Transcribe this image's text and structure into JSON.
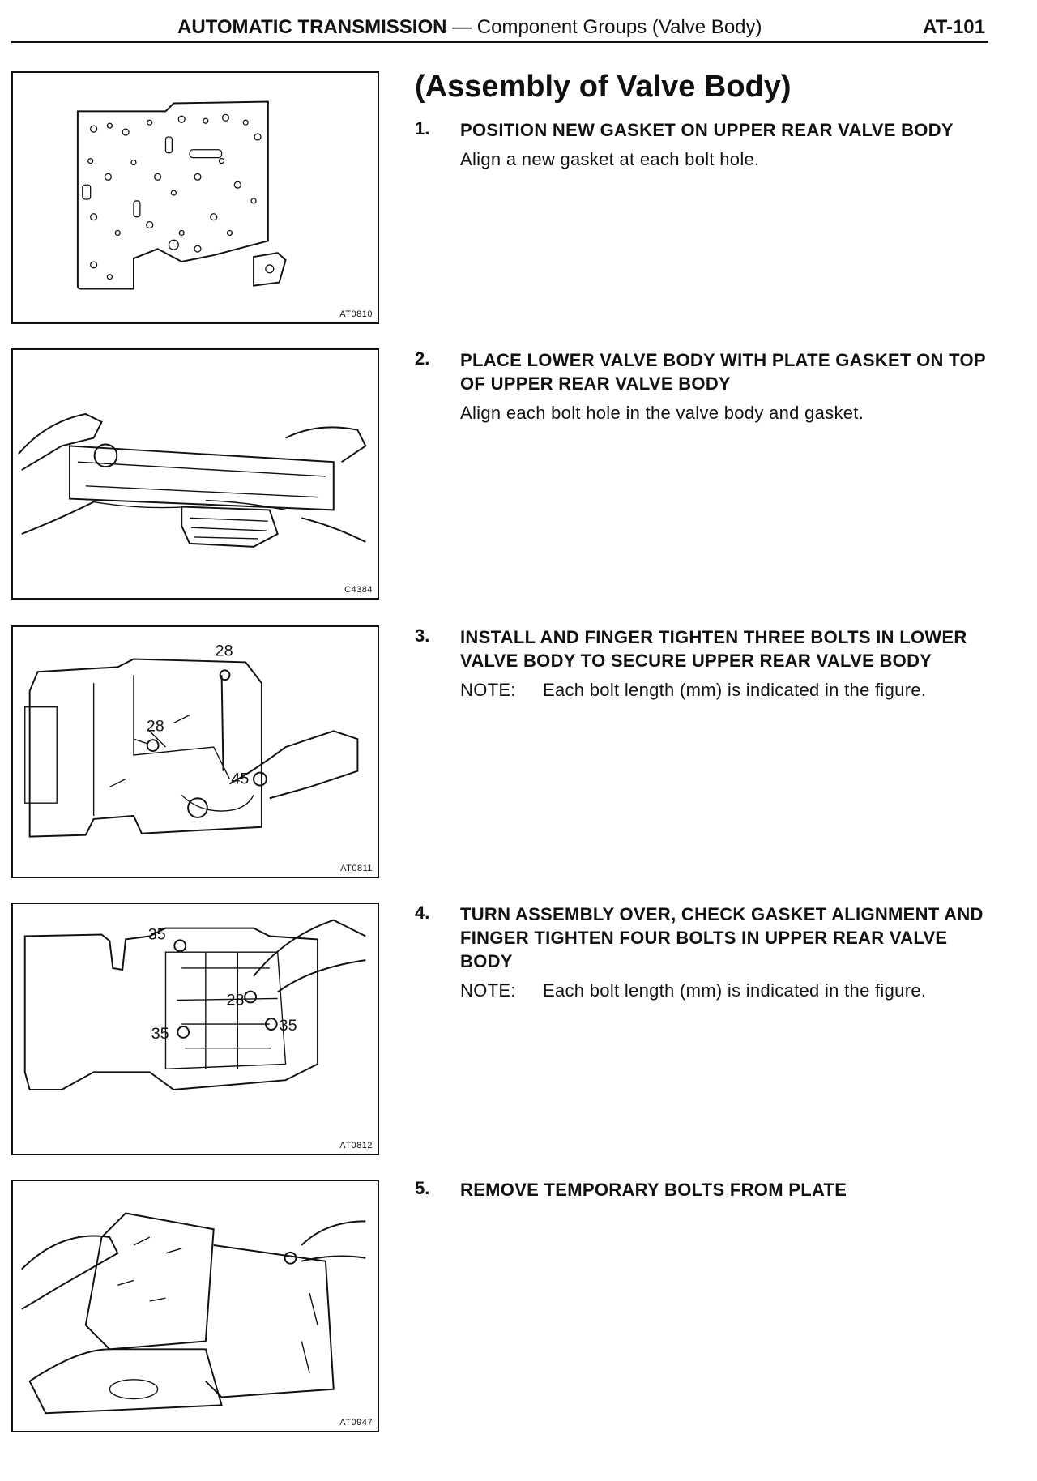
{
  "header": {
    "title_bold": "AUTOMATIC TRANSMISSION",
    "title_rest": " — Component Groups (Valve Body)",
    "page_number": "AT-101"
  },
  "section_title": "(Assembly of Valve Body)",
  "steps": [
    {
      "number": "1.",
      "heading": "POSITION NEW GASKET ON UPPER REAR VALVE BODY",
      "body": "Align a new gasket at each bolt hole.",
      "figure_code": "AT0810"
    },
    {
      "number": "2.",
      "heading": "PLACE LOWER VALVE BODY WITH PLATE GASKET ON TOP OF UPPER REAR VALVE BODY",
      "body": "Align each bolt hole in the valve body and gasket.",
      "figure_code": "C4384"
    },
    {
      "number": "3.",
      "heading": "INSTALL AND FINGER TIGHTEN THREE BOLTS IN LOWER VALVE BODY TO SECURE UPPER REAR VALVE BODY",
      "note_label": "NOTE:",
      "note_text": "Each bolt length (mm) is indicated in the figure.",
      "figure_code": "AT0811",
      "bolt_labels": [
        "28",
        "28",
        "45"
      ]
    },
    {
      "number": "4.",
      "heading": "TURN ASSEMBLY OVER, CHECK GASKET ALIGNMENT AND FINGER TIGHTEN FOUR BOLTS IN UPPER REAR VALVE BODY",
      "note_label": "NOTE:",
      "note_text": "Each bolt length (mm) is indicated in the figure.",
      "figure_code": "AT0812",
      "bolt_labels": [
        "35",
        "28",
        "35",
        "35"
      ]
    },
    {
      "number": "5.",
      "heading": "REMOVE TEMPORARY BOLTS FROM PLATE",
      "figure_code": "AT0947"
    }
  ]
}
